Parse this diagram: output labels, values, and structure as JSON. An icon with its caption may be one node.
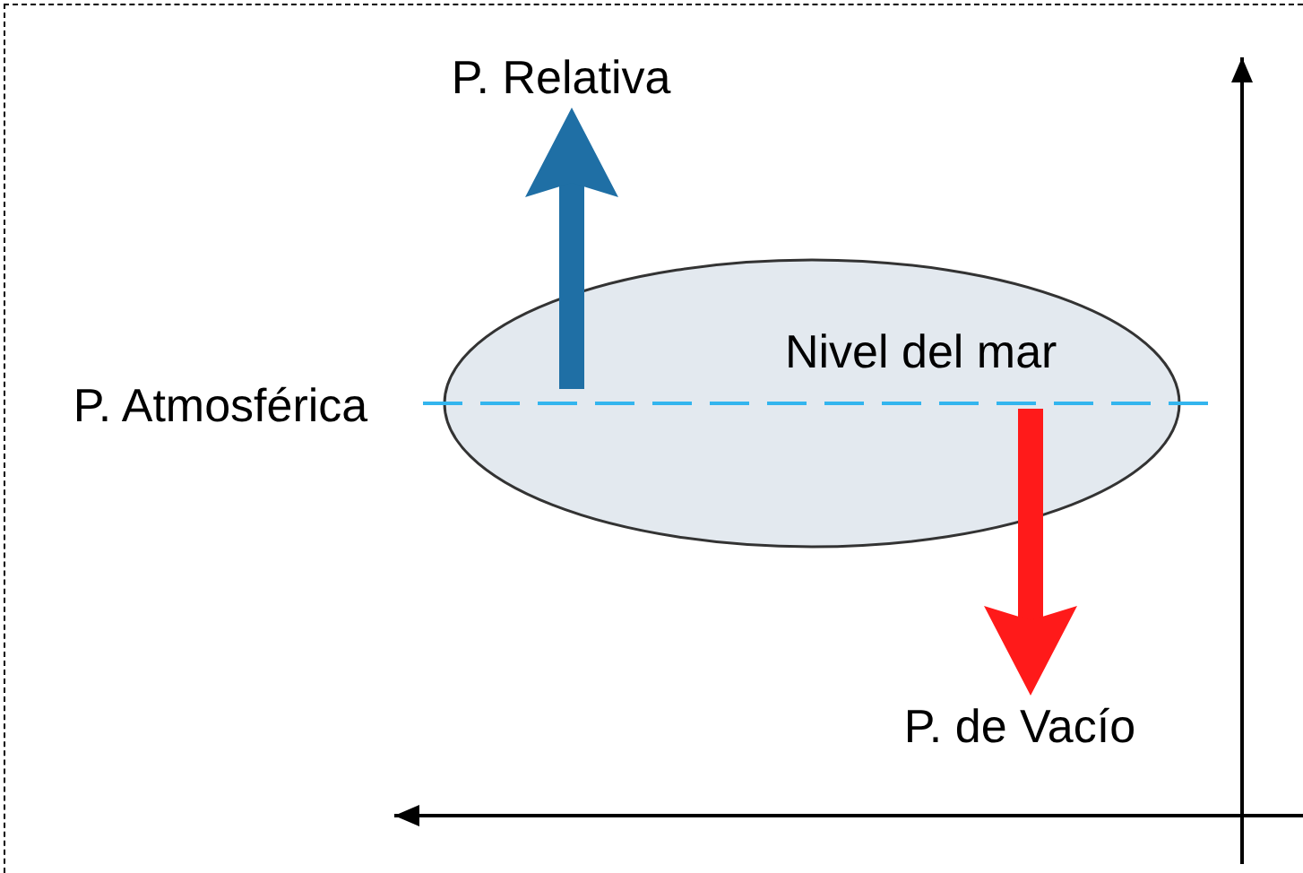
{
  "diagram": {
    "nodes": [
      {
        "text": [
          "Nivel del mar"
        ]
      },
      {
        "text": [
          "P. Relativa"
        ]
      },
      {
        "text": [
          "P. de Vacío"
        ]
      },
      {
        "text": [
          "P. Atmosférica"
        ]
      }
    ],
    "edges": [
      {
        "from": null,
        "to": 1,
        "arrow": "to",
        "color": "#1f6fa5"
      },
      {
        "from": null,
        "to": 2,
        "arrow": "to",
        "color": "#ff1a1a"
      },
      {
        "from": 3,
        "to": null,
        "arrow": "none",
        "style": "dashed",
        "color": "#33b5ee"
      }
    ]
  }
}
